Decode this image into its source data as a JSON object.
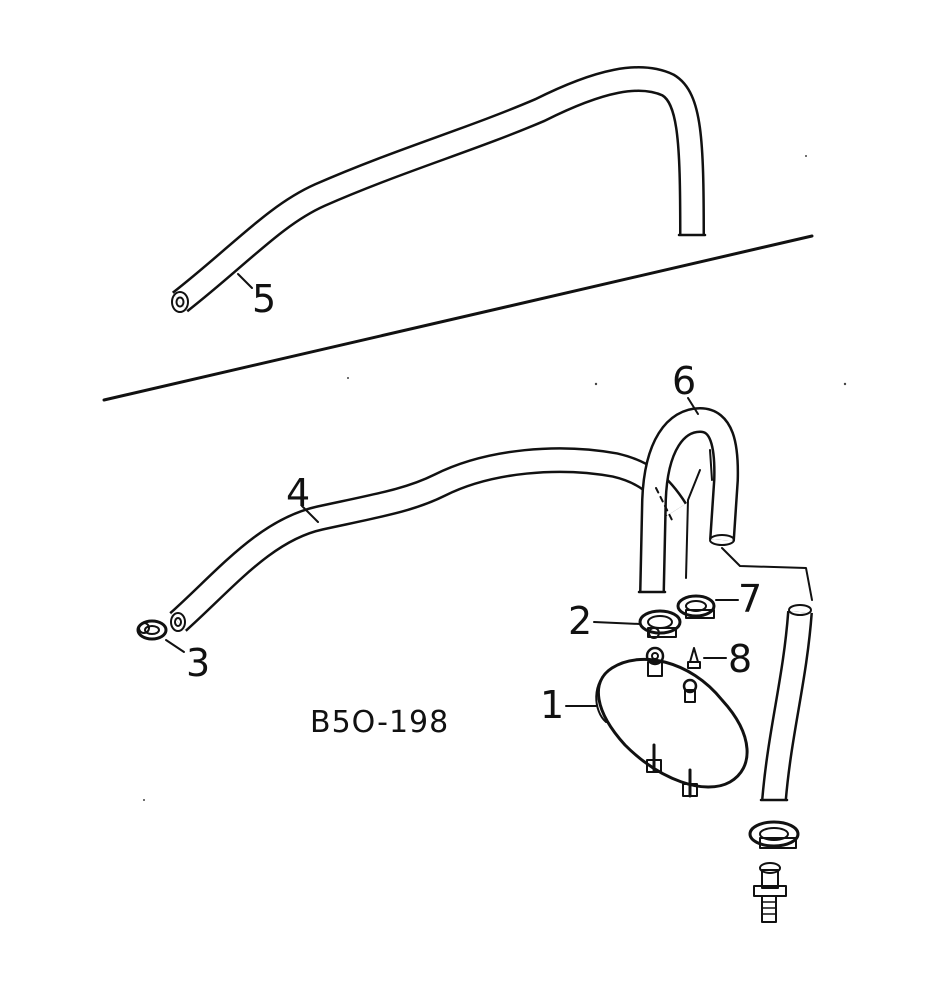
{
  "figure_code": "B5O-198",
  "callouts": {
    "p1": "1",
    "p2": "2",
    "p3": "3",
    "p4": "4",
    "p5": "5",
    "p6": "6",
    "p7": "7",
    "p8": "8"
  },
  "colors": {
    "ink": "#111111",
    "paper": "#ffffff"
  }
}
